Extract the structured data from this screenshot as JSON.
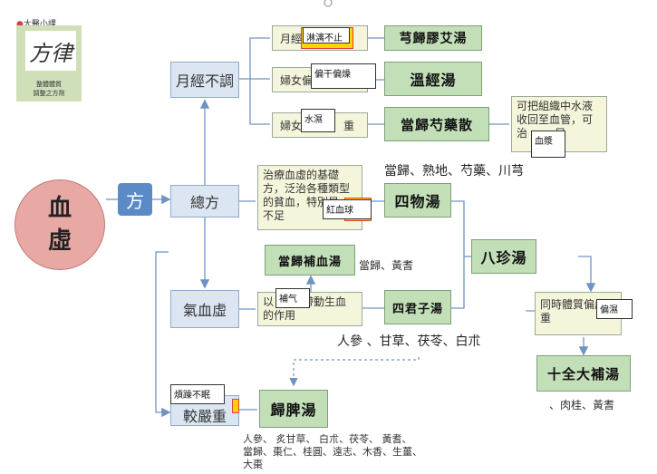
{
  "logo": {
    "top_text": "大醫小課",
    "calligraphy": "方律",
    "line1": "整體體質",
    "line2": "調整之方劑"
  },
  "root": {
    "line1": "血",
    "line2": "虛"
  },
  "fang_label": "方",
  "categories": {
    "menstrual": "月經不調",
    "general": "總方",
    "qi_blood": "氣血虛",
    "severe": "較嚴重"
  },
  "notes": {
    "menstrual_1": "月經",
    "menstrual_2": "婦女偏",
    "menstrual_3_a": "婦女",
    "menstrual_3_b": "重",
    "general_desc": "治療血虛的基礎方，泛治各種類型的貧血，特別是",
    "general_desc_end": "不足",
    "qi_desc_a": "以",
    "qi_desc_b": "帶動生血",
    "qi_desc_c": "的作用",
    "water_note": "可把組織中水液收回至血管，可治",
    "water_note_end": "足",
    "bazhen_note": "同時體質偏虛較重"
  },
  "popups": {
    "p1": "淋漓不止",
    "p2": "偏干偏燥",
    "p3": "水濕",
    "p4": "血漿",
    "p5": "紅血球",
    "p6": "補气",
    "p7": "偏濕",
    "p8": "煩躁不眠"
  },
  "formulas": {
    "jiaoai": "芎歸膠艾湯",
    "wenjing": "溫經湯",
    "danggui_shaoyao": "當歸芍藥散",
    "siwu": "四物湯",
    "danggui_buxue": "當歸補血湯",
    "sijunzi": "四君子湯",
    "bazhen": "八珍湯",
    "shiquan": "十全大補湯",
    "guipi": "歸脾湯"
  },
  "ingredients": {
    "siwu": "當歸、熟地、芍藥、川芎",
    "buxue": "當歸、黃耆",
    "sijunzi": "人參 、甘草、茯苓、白朮",
    "shiquan": "、肉桂、黃耆",
    "guipi_1": "人參、 炙甘草、 白朮、茯苓、 黃耆、",
    "guipi_2": "當歸、棗仁、桂圓、遠志、木香、生薑、",
    "guipi_3": "大棗"
  }
}
